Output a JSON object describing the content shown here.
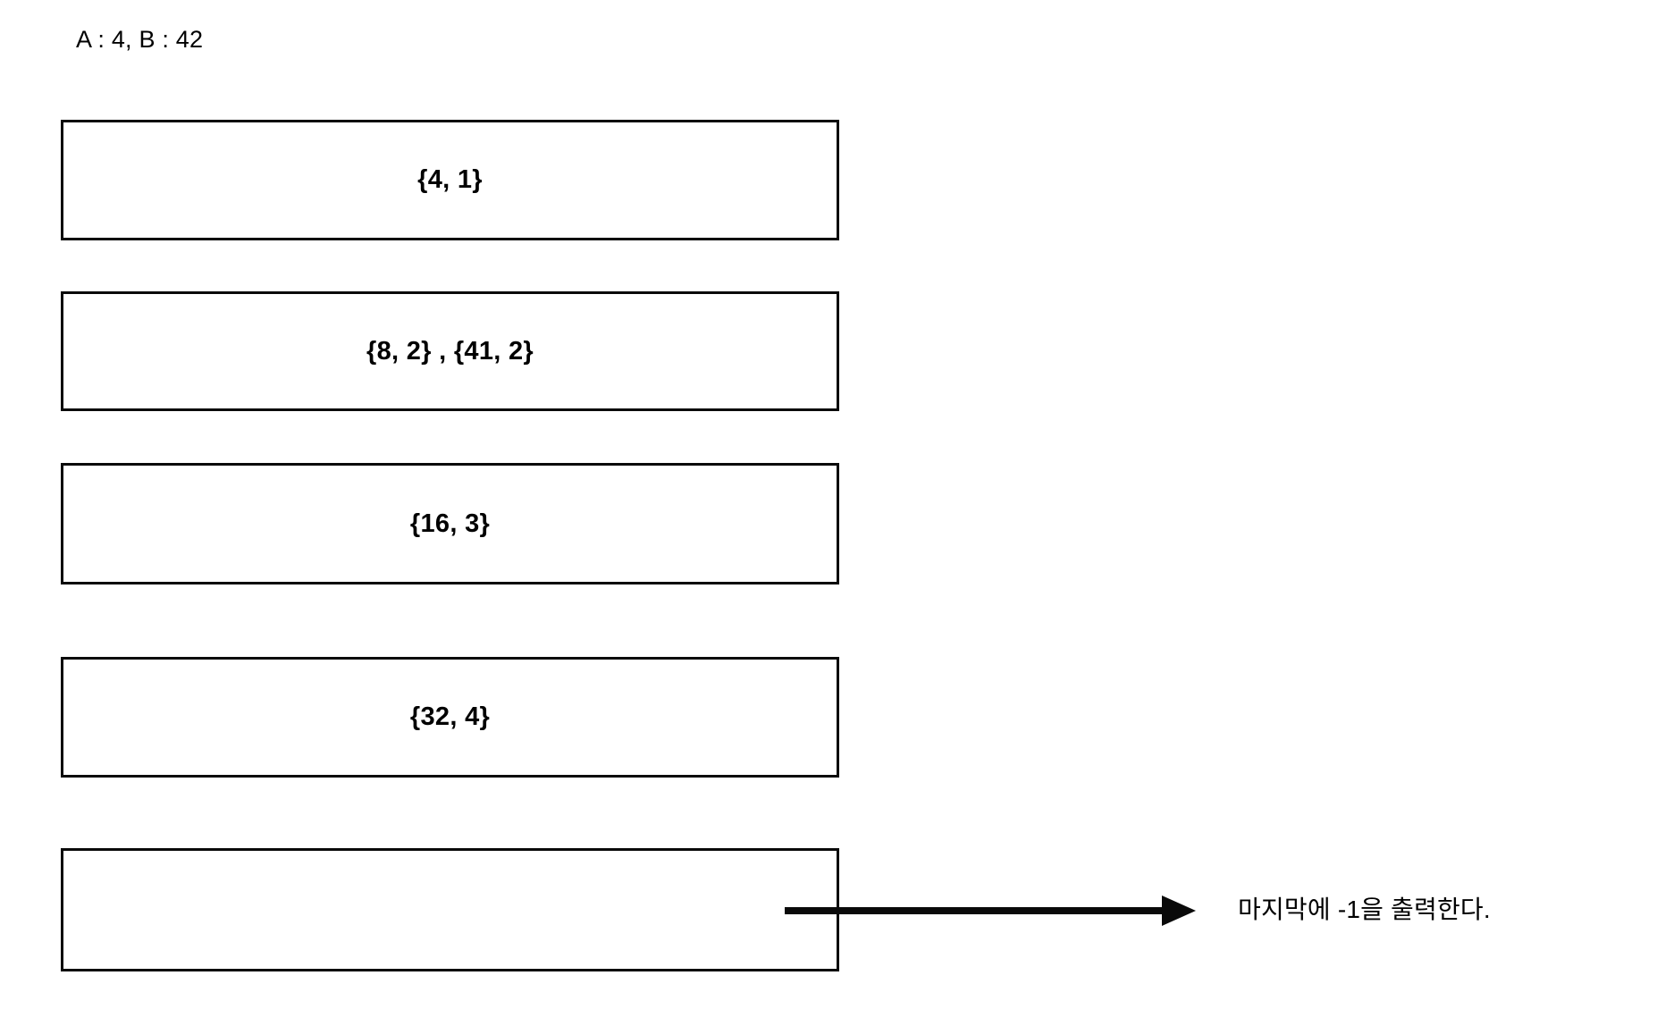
{
  "diagram": {
    "title": "hash-table-chaining-trace",
    "header": {
      "label": "A : 4, B : 42"
    },
    "buckets": [
      {
        "index": 0,
        "content": "{4, 1}"
      },
      {
        "index": 1,
        "content": "{8, 2} , {41, 2}"
      },
      {
        "index": 2,
        "content": "{16, 3}"
      },
      {
        "index": 3,
        "content": "{32, 4}"
      },
      {
        "index": 4,
        "content": ""
      }
    ],
    "annotation": {
      "arrow_icon": "arrow-right-icon",
      "note": "마지막에 -1을 출력한다."
    },
    "colors": {
      "background": "#ffffff",
      "stroke": "#0a0a0a",
      "text": "#000000"
    }
  }
}
